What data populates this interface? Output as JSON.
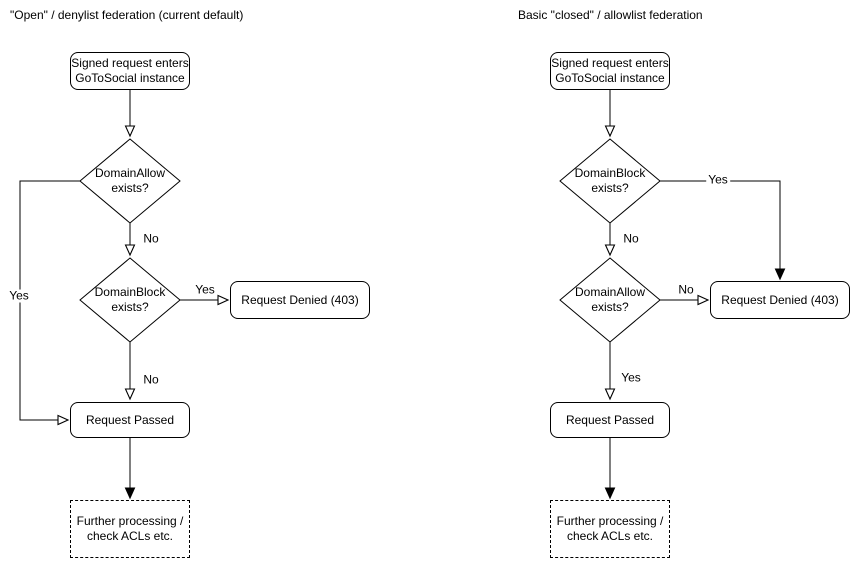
{
  "colors": {
    "background": "#ffffff",
    "stroke": "#000000",
    "text": "#000000"
  },
  "left_chart": {
    "title": "\"Open\" / denylist federation (current default)",
    "start_node": "Signed request enters\nGoToSocial instance",
    "decision_allow": "DomainAllow\nexists?",
    "decision_block": "DomainBlock\nexists?",
    "denied_node": "Request Denied (403)",
    "passed_node": "Request Passed",
    "further_node": "Further processing /\ncheck ACLs etc.",
    "label_allow_yes": "Yes",
    "label_allow_no": "No",
    "label_block_yes": "Yes",
    "label_block_no": "No"
  },
  "right_chart": {
    "title": "Basic \"closed\" / allowlist federation",
    "start_node": "Signed request enters\nGoToSocial instance",
    "decision_block": "DomainBlock\nexists?",
    "decision_allow": "DomainAllow\nexists?",
    "denied_node": "Request Denied (403)",
    "passed_node": "Request Passed",
    "further_node": "Further processing /\ncheck ACLs etc.",
    "label_block_yes": "Yes",
    "label_block_no": "No",
    "label_allow_no": "No",
    "label_allow_yes": "Yes"
  }
}
